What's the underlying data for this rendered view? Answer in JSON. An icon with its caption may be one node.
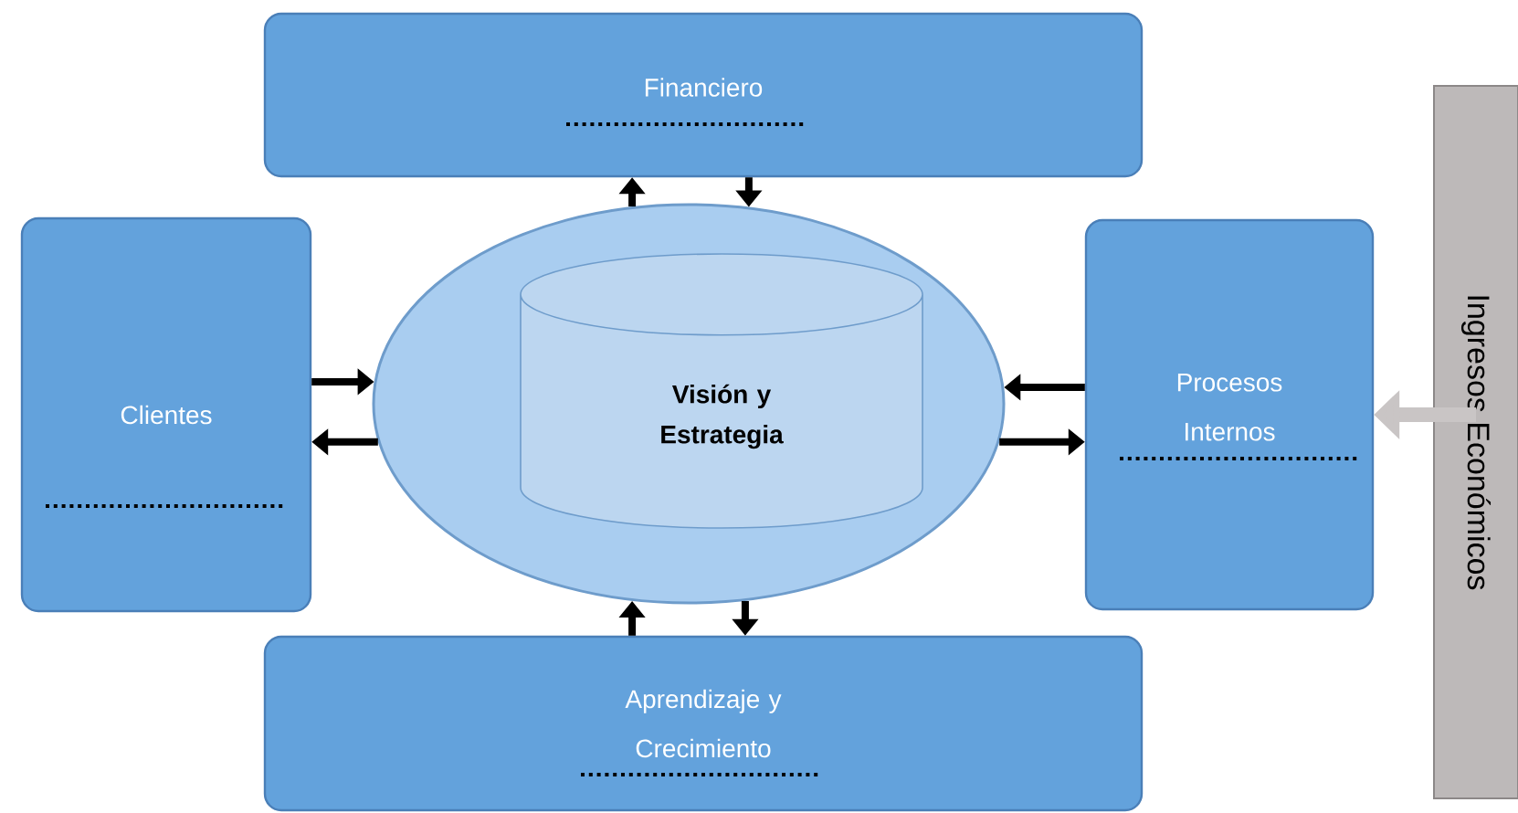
{
  "diagram": {
    "nodes": [
      {
        "text": [
          "Financiero"
        ]
      },
      {
        "text": [
          "Clientes"
        ]
      },
      {
        "text": [],
        "shape": "ellipse"
      },
      {
        "text": [
          "Visión y Estrategia"
        ],
        "in": 2
      },
      {
        "text": [
          "Procesos Internos"
        ]
      },
      {
        "text": [
          "Aprendizaje y Crecimiento"
        ]
      },
      {
        "text": [
          "Ingresos Económicos"
        ]
      }
    ],
    "edges": [
      {
        "from": 2,
        "to": 0,
        "arrow": "to"
      },
      {
        "from": 0,
        "to": 2,
        "arrow": "to"
      },
      {
        "from": 1,
        "to": 2,
        "arrow": "to"
      },
      {
        "from": 2,
        "to": 1,
        "arrow": "to"
      },
      {
        "from": 4,
        "to": 2,
        "arrow": "to"
      },
      {
        "from": 2,
        "to": 4,
        "arrow": "to"
      },
      {
        "from": 5,
        "to": 2,
        "arrow": "to"
      },
      {
        "from": 2,
        "to": 5,
        "arrow": "to"
      },
      {
        "from": 6,
        "to": 4,
        "arrow": "to",
        "style": "thick",
        "color": "#c9c5c5"
      }
    ]
  }
}
